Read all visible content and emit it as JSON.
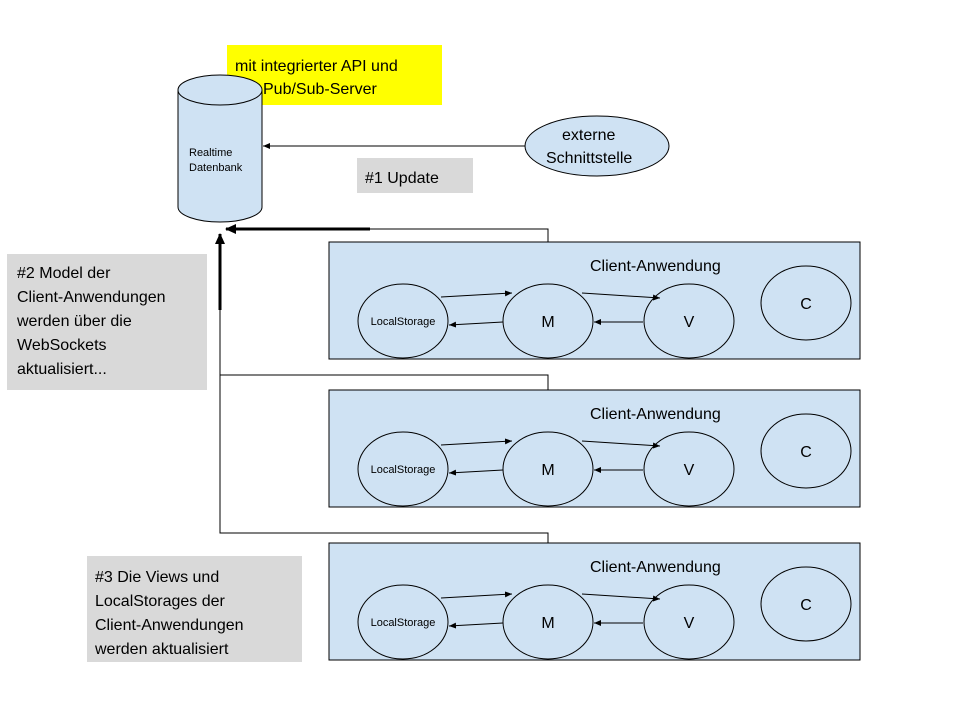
{
  "database": {
    "label_line1": "Realtime",
    "label_line2": "Datenbank",
    "fill": "#cfe2f3"
  },
  "api_note": {
    "line1": "mit integrierter API und",
    "line2": "Pub/Sub-Server",
    "fill": "#ffff00"
  },
  "external": {
    "line1": "externe",
    "line2": "Schnittstelle",
    "fill": "#cfe2f3"
  },
  "step1": {
    "label": "#1 Update",
    "fill": "#d9d9d9"
  },
  "step2": {
    "lines": [
      "#2 Model der",
      "Client-Anwendungen",
      "werden über die",
      "WebSockets",
      "aktualisiert..."
    ],
    "fill": "#d9d9d9"
  },
  "step3": {
    "lines": [
      "#3 Die Views und",
      "LocalStorages der",
      "Client-Anwendungen",
      "werden aktualisiert"
    ],
    "fill": "#d9d9d9"
  },
  "clients": [
    {
      "title": "Client-Anwendung",
      "localstorage": "LocalStorage",
      "model": "M",
      "view": "V",
      "controller": "C"
    },
    {
      "title": "Client-Anwendung",
      "localstorage": "LocalStorage",
      "model": "M",
      "view": "V",
      "controller": "C"
    },
    {
      "title": "Client-Anwendung",
      "localstorage": "LocalStorage",
      "model": "M",
      "view": "V",
      "controller": "C"
    }
  ],
  "colors": {
    "box_fill": "#cfe2f3",
    "stroke": "#000000",
    "note_fill": "#d9d9d9"
  }
}
